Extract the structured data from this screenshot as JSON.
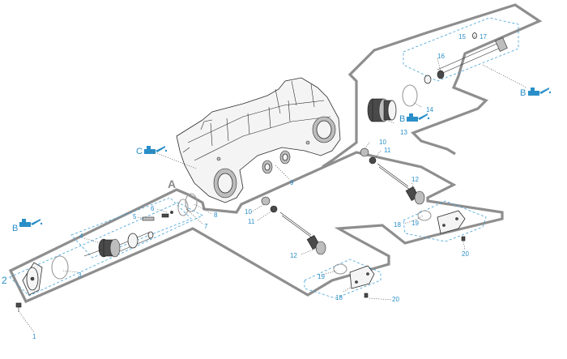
{
  "section_label": "A",
  "callouts": {
    "c1": "1",
    "c2": "2",
    "c3": "3",
    "c4": "4",
    "c5": "5",
    "c6": "6",
    "c7": "7",
    "c8": "8",
    "c9": "9",
    "c10a": "10",
    "c10b": "10",
    "c11a": "11",
    "c11b": "11",
    "c12a": "12",
    "c12b": "12",
    "c13": "13",
    "c14": "14",
    "c15": "15",
    "c16": "16",
    "c17": "17",
    "c18a": "18",
    "c18b": "18",
    "c19a": "19",
    "c19b": "19",
    "c20a": "20",
    "c20b": "20"
  },
  "oil_markers": {
    "left": "B",
    "center": "C",
    "right_top": "B",
    "right_mid": "B"
  },
  "colors": {
    "callout": "#2a8fc8",
    "path": "#8e8e8e",
    "line": "#2b2b2b"
  },
  "icons": {
    "oil_can": "oil-can-icon"
  }
}
